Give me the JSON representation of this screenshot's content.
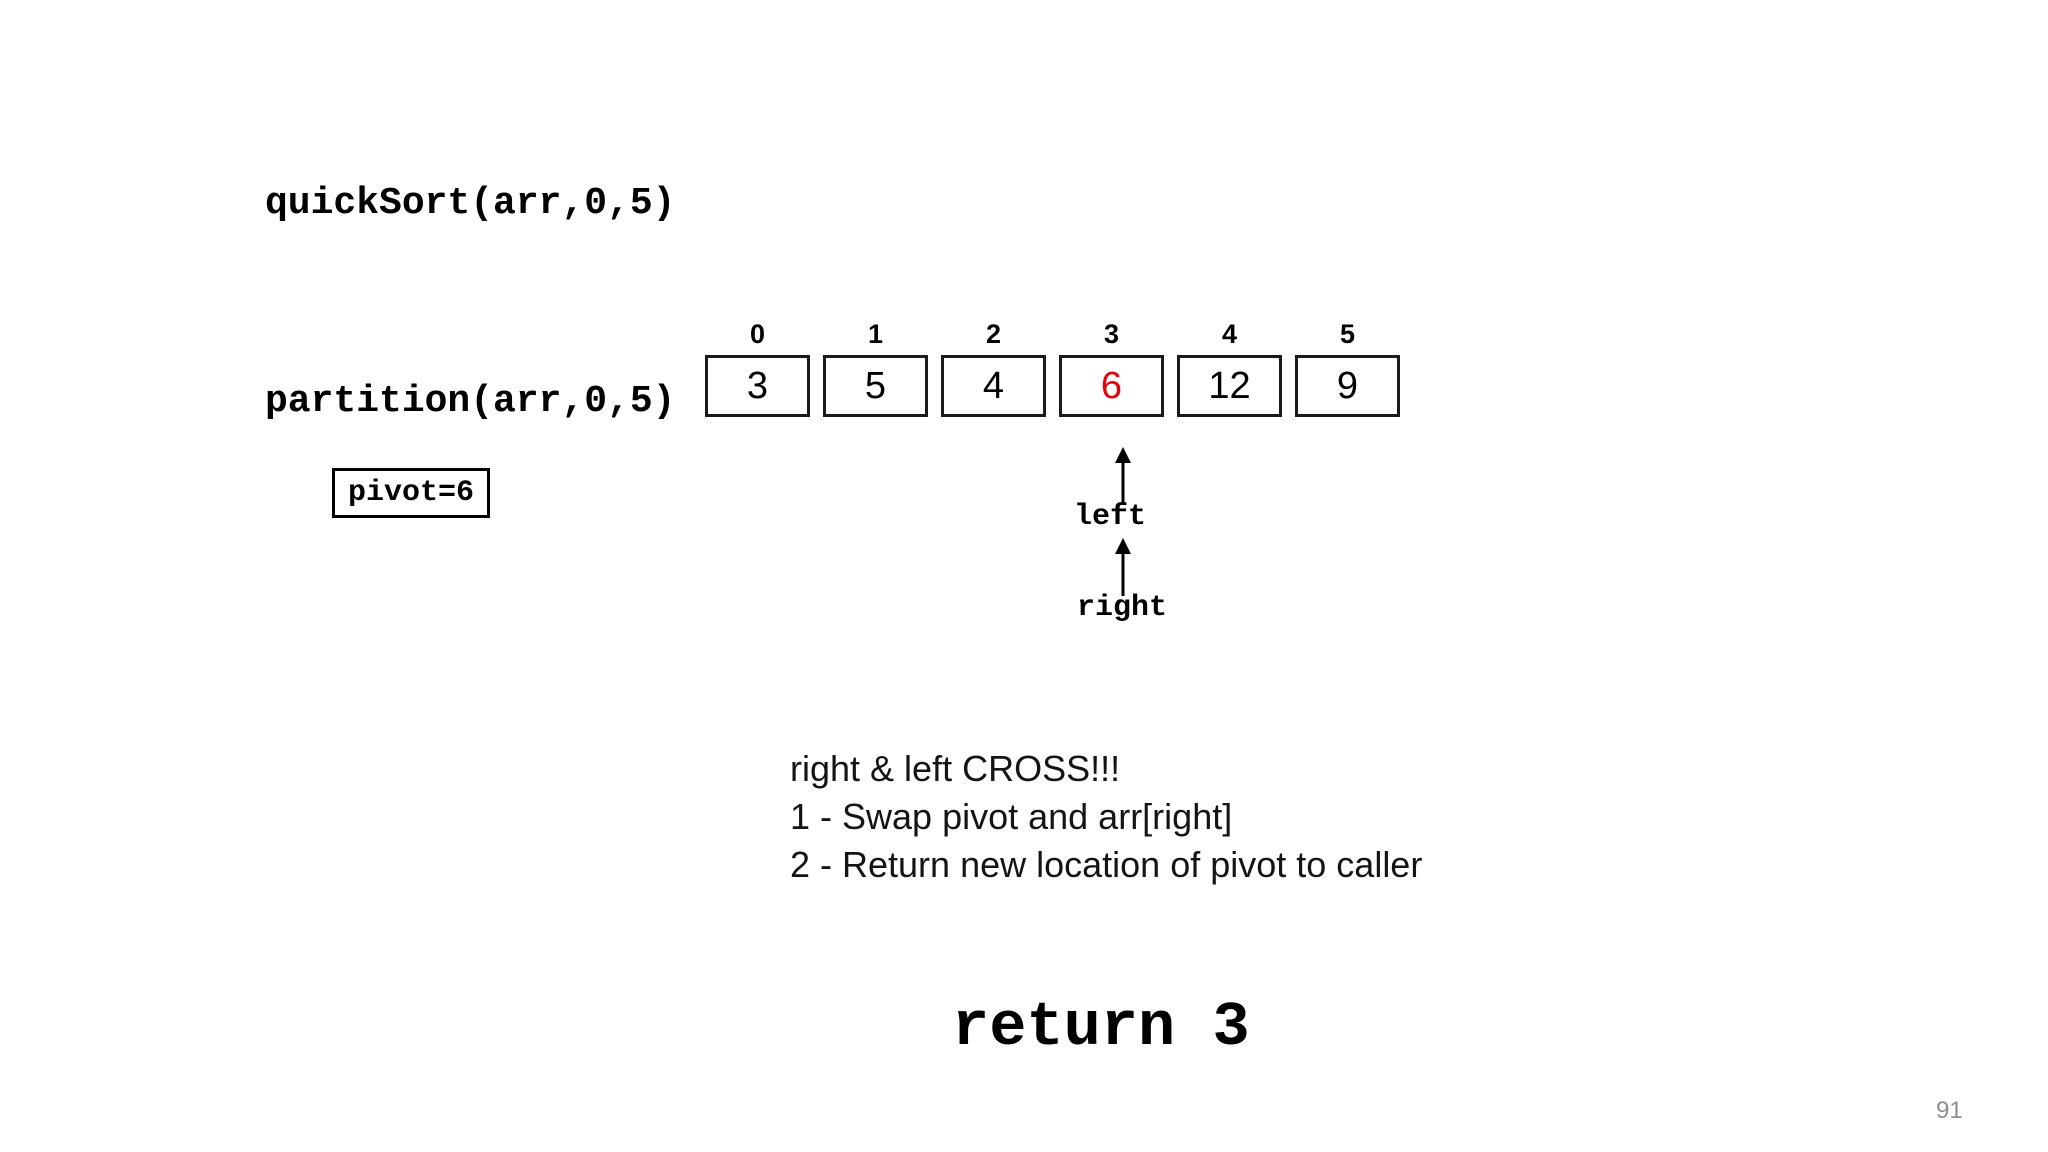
{
  "slide": {
    "page_number": "91",
    "call_stack": {
      "quicksort_label": "quickSort(arr,0,5)",
      "partition_label": "partition(arr,0,5)"
    },
    "pivot_box": {
      "label": "pivot=6"
    },
    "array": {
      "indices": [
        "0",
        "1",
        "2",
        "3",
        "4",
        "5"
      ],
      "values": [
        "3",
        "5",
        "4",
        "6",
        "12",
        "9"
      ],
      "pivot_index": 3,
      "pivot_color": "#e8000d"
    },
    "pointers": [
      {
        "name": "left",
        "label": "left",
        "index": 3
      },
      {
        "name": "right",
        "label": "right",
        "index": 3
      }
    ],
    "explanation": [
      "right & left CROSS!!!",
      "1 - Swap pivot and arr[right]",
      "2 - Return new location of pivot to caller"
    ],
    "return_statement": "return 3"
  }
}
